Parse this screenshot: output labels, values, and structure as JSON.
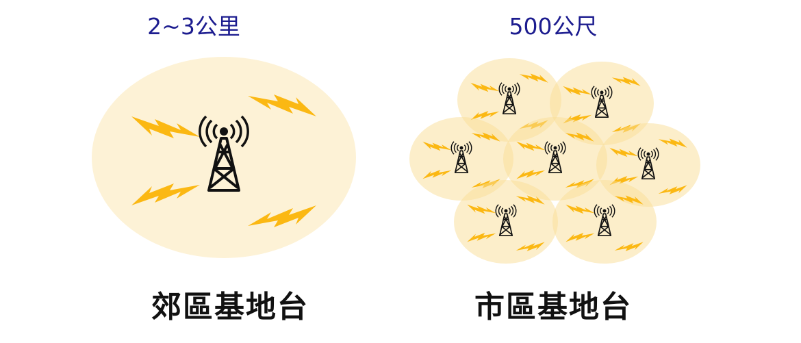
{
  "suburban": {
    "range_label": "2~3公里",
    "title": "郊區基地台"
  },
  "urban": {
    "range_label": "500公尺",
    "title": "市區基地台"
  },
  "colors": {
    "coverage_fill": "#fdf2d6",
    "cell_fill": "#f9dd96",
    "bolt": "#fbb813",
    "tower": "#111111",
    "range_text": "#1c1c8f"
  }
}
